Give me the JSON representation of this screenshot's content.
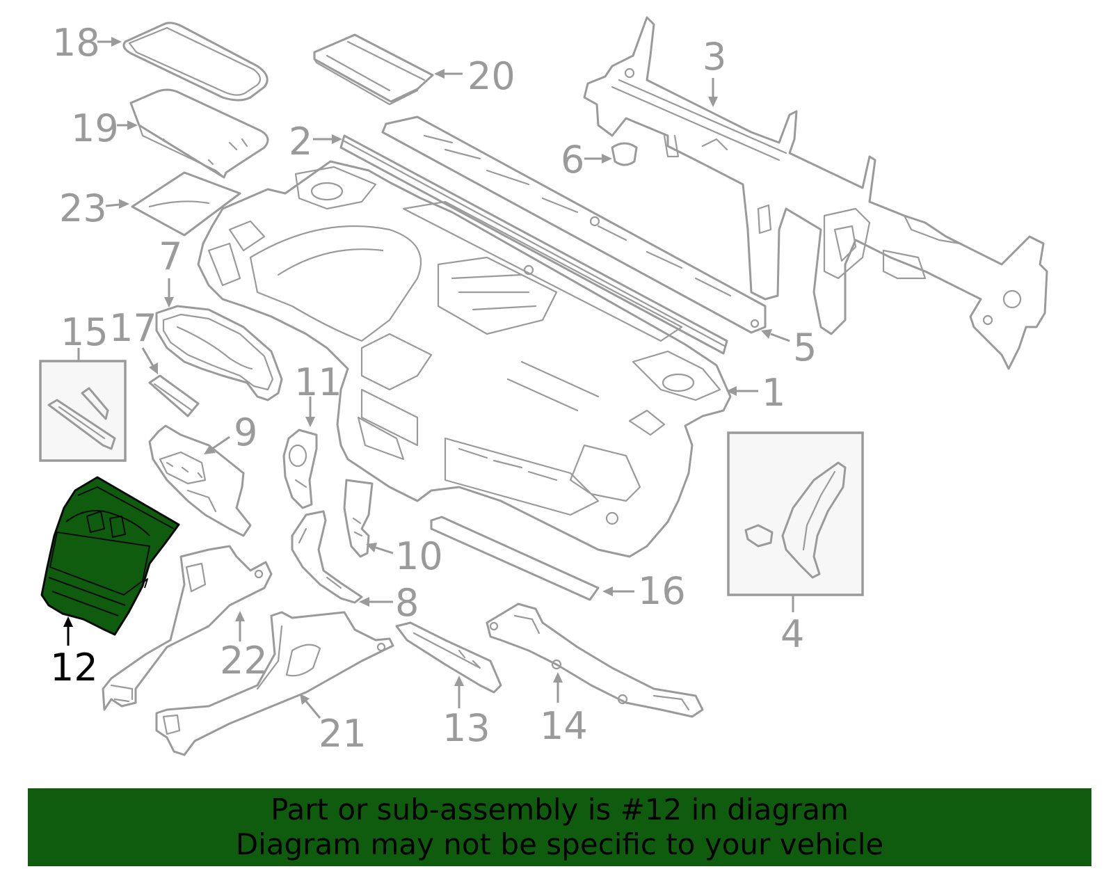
{
  "diagram": {
    "highlight_color": "#0f5c0f",
    "highlighted_part": "12",
    "callouts": {
      "c1": "1",
      "c2": "2",
      "c3": "3",
      "c4": "4",
      "c5": "5",
      "c6": "6",
      "c7": "7",
      "c8": "8",
      "c9": "9",
      "c10": "10",
      "c11": "11",
      "c12": "12",
      "c13": "13",
      "c14": "14",
      "c15": "15",
      "c16": "16",
      "c17": "17",
      "c18": "18",
      "c19": "19",
      "c20": "20",
      "c21": "21",
      "c22": "22",
      "c23": "23"
    }
  },
  "banner": {
    "line1": "Part or sub-assembly is #12 in diagram",
    "line2": "Diagram may not be specific to your vehicle",
    "background": "#0f5c0f"
  }
}
